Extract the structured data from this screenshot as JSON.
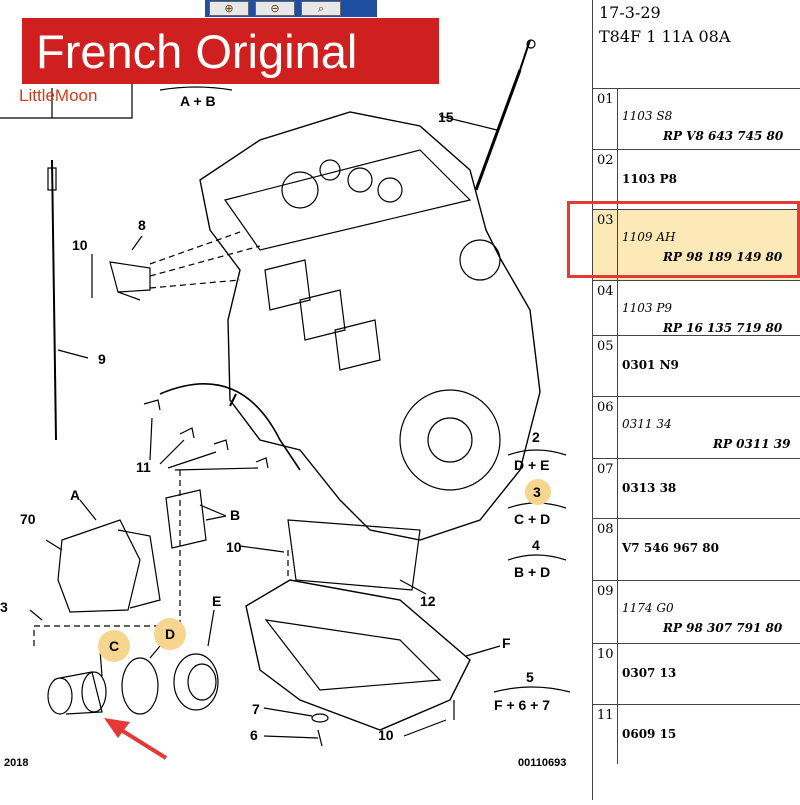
{
  "banner": {
    "title": "French Original",
    "watermark": "LittleMoon"
  },
  "toolbar": {
    "zoom_in_icon": "zoom-in-icon",
    "zoom_out_icon": "zoom-out-icon",
    "zoom_fit_icon": "zoom-fit-icon"
  },
  "diagram": {
    "year": "2018",
    "figure_id": "00110693",
    "labels": {
      "a_b_top": "A + B",
      "l15": "15",
      "l8": "8",
      "l10a": "10",
      "l9": "9",
      "l11": "11",
      "lA": "A",
      "lB": "B",
      "l70": "70",
      "l3left": "3",
      "lC": "C",
      "lD": "D",
      "lE": "E",
      "l10b": "10",
      "l12": "12",
      "lF": "F",
      "l7": "7",
      "l6": "6",
      "l10c": "10"
    },
    "kits": [
      {
        "num": "2",
        "combo": "D + E"
      },
      {
        "num": "3",
        "combo": "C + D"
      },
      {
        "num": "4",
        "combo": "B + D"
      },
      {
        "num": "5",
        "combo": "F + 6 + 7"
      }
    ]
  },
  "panel": {
    "header_line1": "17-3-29",
    "header_line2": "T84F 1 11A 08A",
    "rows": [
      {
        "num": "01",
        "ref": "1103 S8",
        "sub": "RP V8 643 745 80"
      },
      {
        "num": "02",
        "ref": "1103 P8",
        "sub": ""
      },
      {
        "num": "03",
        "ref": "1109 AH",
        "sub": "RP 98 189 149 80"
      },
      {
        "num": "04",
        "ref": "1103 P9",
        "sub": "RP 16 135 719 80"
      },
      {
        "num": "05",
        "ref": "0301 N9",
        "sub": ""
      },
      {
        "num": "06",
        "ref": "0311 34",
        "sub": "RP 0311 39"
      },
      {
        "num": "07",
        "ref": "0313 38",
        "sub": ""
      },
      {
        "num": "08",
        "ref": "V7 546 967 80",
        "sub": ""
      },
      {
        "num": "09",
        "ref": "1174 G0",
        "sub": "RP 98 307 791 80"
      },
      {
        "num": "10",
        "ref": "0307 13",
        "sub": ""
      },
      {
        "num": "11",
        "ref": "0609 15",
        "sub": ""
      }
    ],
    "highlight_color": "#fde9b8",
    "highlight_border": "#e53935"
  },
  "colors": {
    "banner": "#cf1f1f",
    "toolbar": "#1e4fa0",
    "callout": "#f6d58f",
    "arrow": "#e53935"
  }
}
